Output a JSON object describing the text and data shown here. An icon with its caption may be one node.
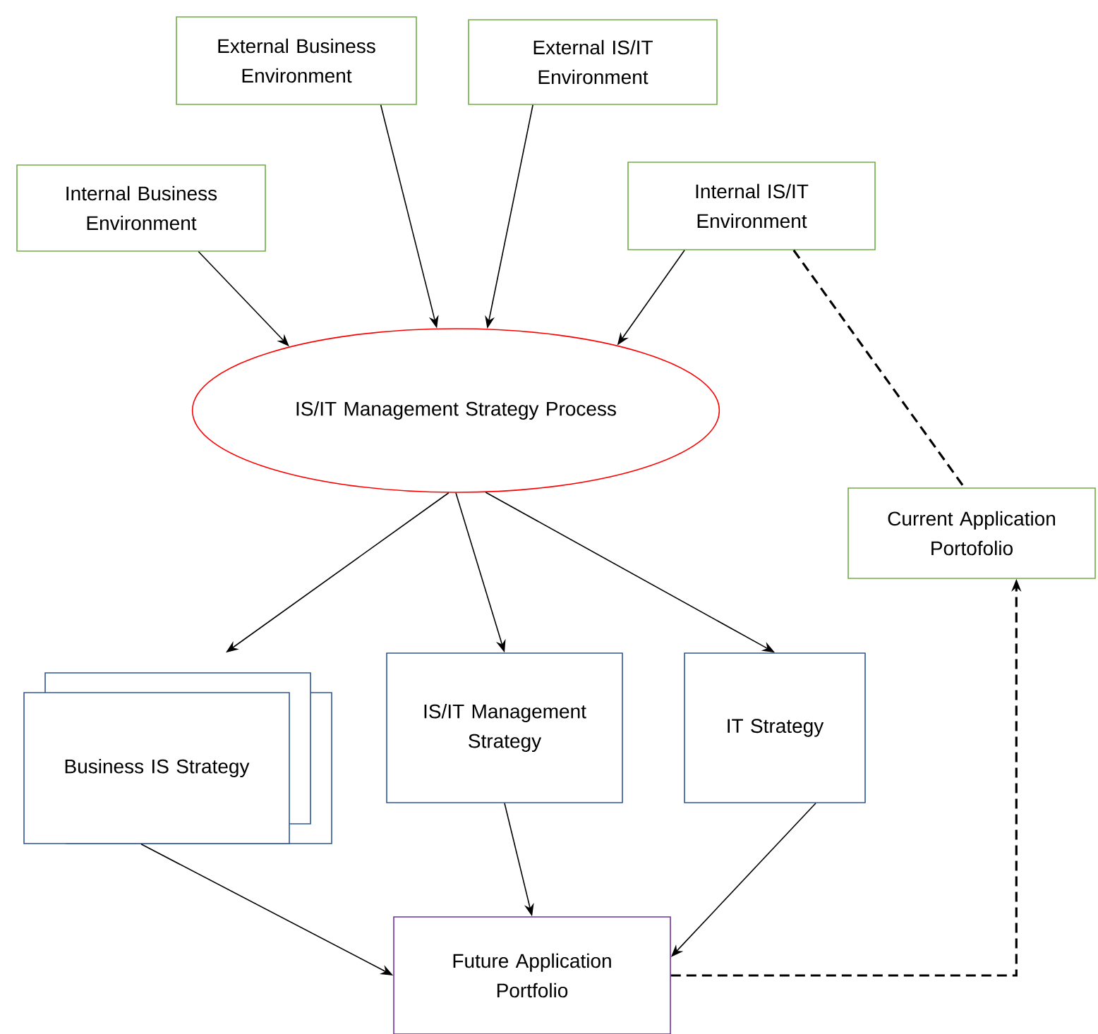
{
  "diagram": {
    "nodes": [
      {
        "text": [
          "External Business Environment"
        ]
      },
      {
        "text": [
          "External IS/IT Environment"
        ]
      },
      {
        "text": [
          "Internal Business Environment"
        ]
      },
      {
        "text": [
          "Internal IS/IT Environment"
        ]
      },
      {
        "text": [
          "IS/IT Management Strategy Process"
        ]
      },
      {
        "text": [
          "Current Application Portofolio"
        ]
      },
      {
        "text": [
          "Business IS Strategy"
        ]
      },
      {
        "text": [
          "IS/IT Management Strategy"
        ]
      },
      {
        "text": [
          "IT Strategy"
        ]
      },
      {
        "text": [
          "Future Application Portfolio"
        ]
      }
    ],
    "edges": [
      {
        "from": 0,
        "to": 4,
        "arrow": "to"
      },
      {
        "from": 1,
        "to": 4,
        "arrow": "to"
      },
      {
        "from": 2,
        "to": 4,
        "arrow": "to"
      },
      {
        "from": 3,
        "to": 4,
        "arrow": "to"
      },
      {
        "from": 3,
        "to": 5,
        "arrow": "none",
        "style": "dashed"
      },
      {
        "from": 4,
        "to": 6,
        "arrow": "to"
      },
      {
        "from": 4,
        "to": 7,
        "arrow": "to"
      },
      {
        "from": 4,
        "to": 8,
        "arrow": "to"
      },
      {
        "from": 6,
        "to": 9,
        "arrow": "to"
      },
      {
        "from": 7,
        "to": 9,
        "arrow": "to"
      },
      {
        "from": 8,
        "to": 9,
        "arrow": "to"
      },
      {
        "from": 9,
        "to": 5,
        "arrow": "to",
        "style": "dashed"
      }
    ]
  }
}
